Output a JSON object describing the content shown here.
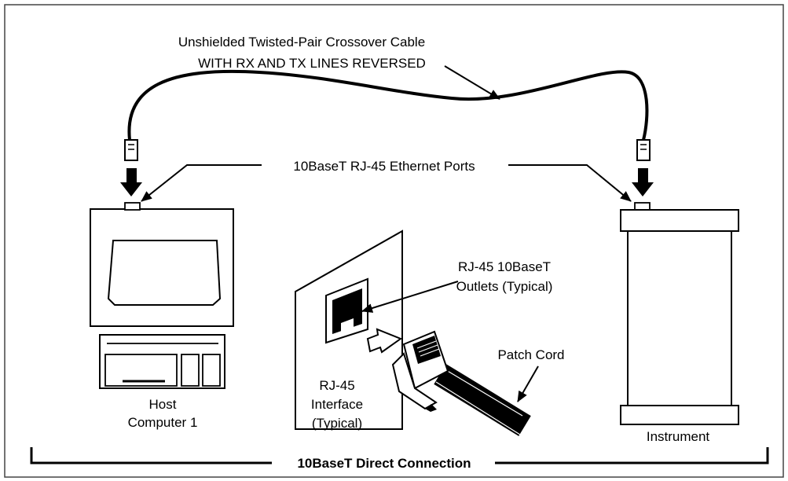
{
  "labels": {
    "cable_line1": "Unshielded Twisted-Pair Crossover Cable",
    "cable_line2": "WITH RX AND TX LINES REVERSED",
    "ports": "10BaseT RJ-45 Ethernet Ports",
    "outlets_line1": "RJ-45 10BaseT",
    "outlets_line2": "Outlets (Typical)",
    "patch_cord": "Patch Cord",
    "host_line1": "Host",
    "host_line2": "Computer 1",
    "interface_line1": "RJ-45",
    "interface_line2": "Interface",
    "interface_line3": "(Typical)",
    "instrument": "Instrument",
    "connection": "10BaseT Direct Connection"
  },
  "colors": {
    "ink": "#000000",
    "paper": "#ffffff",
    "frame": "#444444",
    "shade": "#cccccc"
  }
}
